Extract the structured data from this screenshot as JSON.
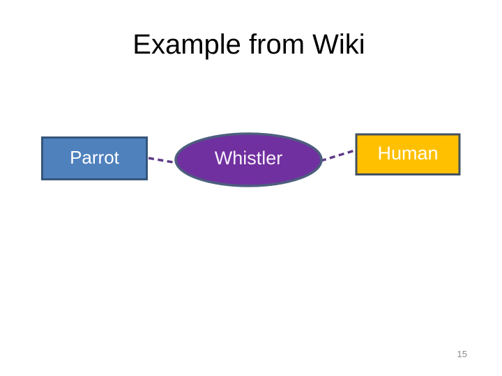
{
  "slide": {
    "title": "Example from Wiki",
    "page_number": "15",
    "background_color": "#FFFFFF",
    "title_color": "#000000",
    "page_number_color": "#8C8C8C"
  },
  "diagram": {
    "nodes": [
      {
        "id": "parrot",
        "label": "Parrot",
        "shape": "rectangle",
        "fill": "#4F81BD",
        "border": "#35567A",
        "text_color": "#FFFFFF"
      },
      {
        "id": "whistler",
        "label": "Whistler",
        "shape": "ellipse",
        "fill": "#7030A0",
        "border": "#4D5E7E",
        "text_color": "#F7F0FA"
      },
      {
        "id": "human",
        "label": "Human",
        "shape": "rectangle",
        "fill": "#FFC000",
        "border": "#42505F",
        "text_color": "#FFFFFF"
      }
    ],
    "connectors": [
      {
        "from": "parrot",
        "to": "whistler",
        "style": "dashed",
        "color": "#5E3C87"
      },
      {
        "from": "whistler",
        "to": "human",
        "style": "dashed",
        "color": "#5E3C87"
      }
    ]
  }
}
